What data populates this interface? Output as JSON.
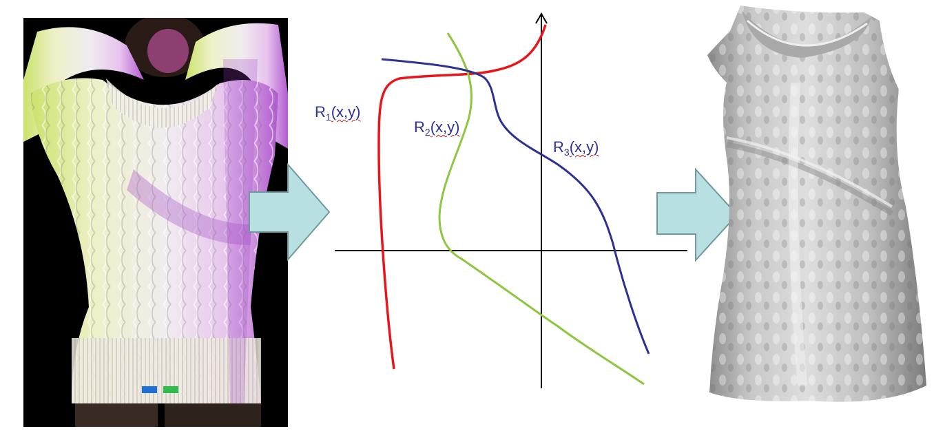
{
  "diagram": {
    "steps": [
      "photo-input",
      "function-fitting",
      "reconstructed-mesh"
    ],
    "curves": [
      {
        "id": "r1",
        "base": "R",
        "sub": "1",
        "args": "(x,y)",
        "color": "#e8161b"
      },
      {
        "id": "r2",
        "base": "R",
        "sub": "2",
        "args": "(x,y)",
        "color": "#8dc63f"
      },
      {
        "id": "r3",
        "base": "R",
        "sub": "3",
        "args": "(x,y)",
        "color": "#2e3192"
      }
    ],
    "arrow_color": "#b8e0e2",
    "arrow_stroke": "#6f9a9b",
    "axis_color": "#000000"
  }
}
